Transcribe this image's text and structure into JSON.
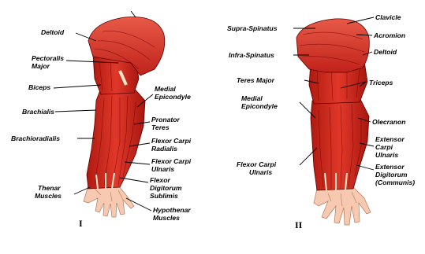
{
  "colors": {
    "muscle": "#d42a1e",
    "muscle_dark": "#a8160e",
    "tendon": "#f0e6c8",
    "skin": "#f6c9b0",
    "label": "#000000"
  },
  "figure_left": {
    "numeral": "I",
    "labels": {
      "deltoid": "Deltoid",
      "pectoralis_1": "Pectoralis",
      "pectoralis_2": "Major",
      "biceps": "Biceps",
      "brachialis": "Brachialis",
      "brachioradialis": "Brachioradialis",
      "thenar_1": "Thenar",
      "thenar_2": "Muscles",
      "medial_epi_1": "Medial",
      "medial_epi_2": "Epicondyle",
      "pronator_1": "Pronator",
      "pronator_2": "Teres",
      "fcr_1": "Flexor Carpi",
      "fcr_2": "Radialis",
      "fcu_1": "Flexor Carpi",
      "fcu_2": "Ulnaris",
      "fds_1": "Flexor",
      "fds_2": "Digitorum",
      "fds_3": "Sublimis",
      "hypothenar_1": "Hypothenar",
      "hypothenar_2": "Muscles"
    }
  },
  "figure_right": {
    "numeral": "II",
    "labels": {
      "supraspinatus": "Supra-Spinatus",
      "infraspinatus": "Infra-Spinatus",
      "teres_major": "Teres Major",
      "medial_epi_1": "Medial",
      "medial_epi_2": "Epicondyle",
      "fcu_1": "Flexor Carpi",
      "fcu_2": "Ulnaris",
      "clavicle": "Clavicle",
      "acromion": "Acromion",
      "deltoid": "Deltoid",
      "triceps": "Triceps",
      "olecranon": "Olecranon",
      "ecu_1": "Extensor",
      "ecu_2": "Carpi",
      "ecu_3": "Ulnaris",
      "edc_1": "Extensor",
      "edc_2": "Digitorum",
      "edc_3": "(Communis)"
    }
  }
}
